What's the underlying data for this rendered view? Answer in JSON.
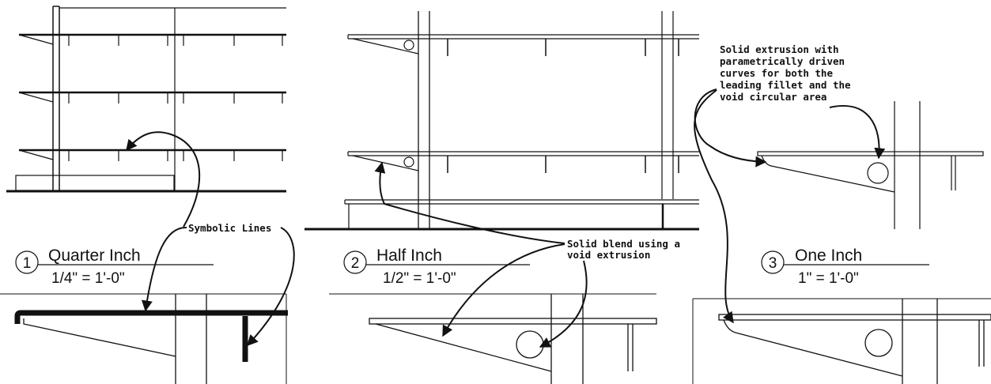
{
  "views": [
    {
      "number": "1",
      "title": "Quarter Inch",
      "scale": "1/4\" = 1'-0\""
    },
    {
      "number": "2",
      "title": "Half Inch",
      "scale": "1/2\" = 1'-0\""
    },
    {
      "number": "3",
      "title": "One Inch",
      "scale": "1\" = 1'-0\""
    }
  ],
  "annotations": {
    "symbolic_lines": "Symbolic Lines",
    "solid_blend": [
      "Solid blend using a",
      "void extrusion"
    ],
    "solid_extrusion": [
      "Solid extrusion with",
      "parametrically driven",
      "curves for both the",
      "leading fillet and the",
      "void circular area"
    ]
  }
}
